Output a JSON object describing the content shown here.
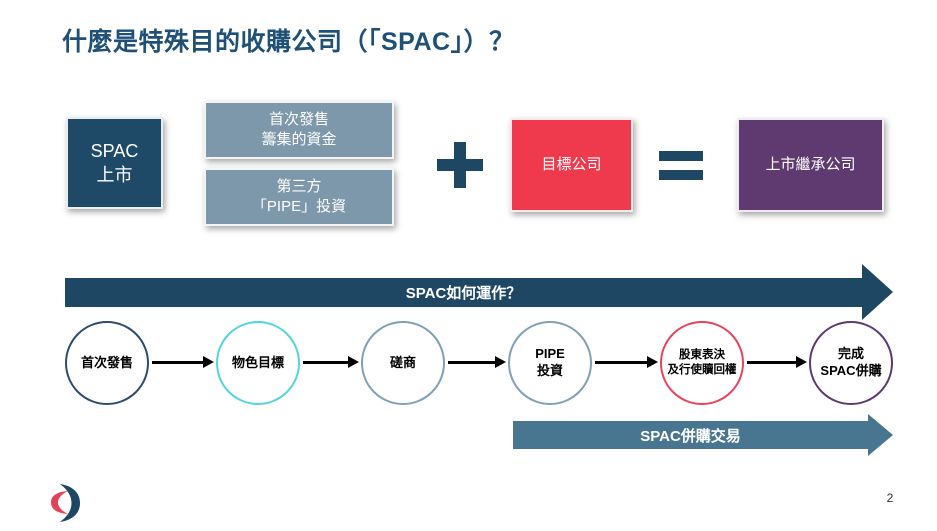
{
  "slide": {
    "title": "什麼是特殊目的收購公司（「SPAC」）？",
    "page_number": "2",
    "logo": "hkex-x-logo"
  },
  "colors": {
    "title_blue": "#1e5078",
    "navy": "#1d4763",
    "box_navy": "#1e4a68",
    "steel_blue": "#7d97ab",
    "red": "#ef3a4e",
    "purple": "#5e3a70",
    "cyan": "#52d5dd",
    "circle_steel": "#7fa0b5",
    "circle_red": "#e8435a",
    "sub_banner_teal": "#487690",
    "logo_red": "#e0465a",
    "logo_blue": "#1d4763"
  },
  "equation": {
    "spac_box": {
      "lines": [
        "SPAC",
        "上市"
      ]
    },
    "funding_box": {
      "lines": [
        "首次發售",
        "籌集的資金"
      ]
    },
    "pipe_box": {
      "lines": [
        "第三方",
        "「PIPE」投資"
      ]
    },
    "plus_icon": "plus",
    "target_box": {
      "label": "目標公司"
    },
    "equals_icon": "equals",
    "successor_box": {
      "label": "上市繼承公司"
    }
  },
  "flow": {
    "main_banner": "SPAC如何運作？",
    "sub_banner": "SPAC併購交易",
    "steps": [
      {
        "lines": [
          "首次發售"
        ],
        "border_style": "border-color:#2e4d6b"
      },
      {
        "lines": [
          "物色目標"
        ],
        "border_style": "border-color:#52d5dd"
      },
      {
        "lines": [
          "磋商"
        ],
        "border_style": "border-color:#7fa0b5"
      },
      {
        "lines": [
          "PIPE",
          "投資"
        ],
        "border_style": "border-color:#7fa0b5"
      },
      {
        "lines": [
          "股東表決",
          "及行使贖回權"
        ],
        "border_style": "border-color:#e8435a"
      },
      {
        "lines": [
          "完成",
          "SPAC併購"
        ],
        "border_style": "border-color:#5e3a70"
      }
    ]
  }
}
